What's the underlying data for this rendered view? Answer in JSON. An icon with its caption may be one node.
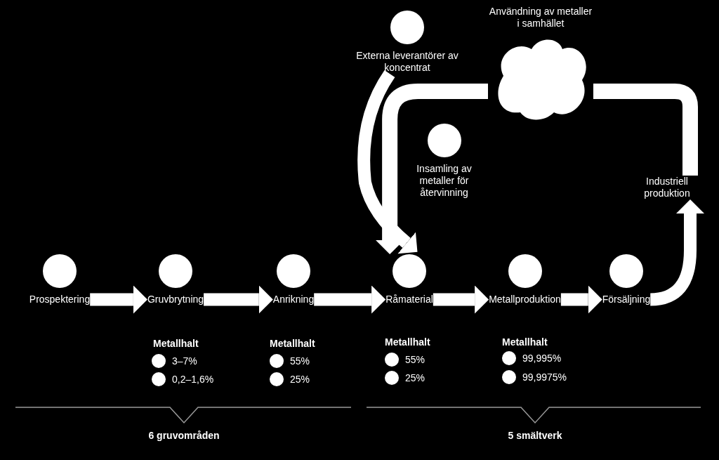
{
  "diagram": {
    "nodes": [
      {
        "text": [
          "Externa leverantörer av koncentrat"
        ]
      },
      {
        "text": [
          "Användning av metaller i samhället"
        ]
      },
      {
        "text": [
          "Insamling av metaller för återvinning"
        ]
      },
      {
        "text": [
          "Industriell produktion"
        ]
      },
      {
        "text": [
          "Prospektering"
        ]
      },
      {
        "text": [
          "Gruvbrytning"
        ]
      },
      {
        "text": [
          "Anrikning"
        ]
      },
      {
        "text": [
          "Råmaterial"
        ]
      },
      {
        "text": [
          "Metallproduktion"
        ]
      },
      {
        "text": [
          "Försäljning"
        ]
      }
    ],
    "edges": [
      {
        "from": 4,
        "to": 5,
        "arrow": "to"
      },
      {
        "from": 5,
        "to": 6,
        "arrow": "to"
      },
      {
        "from": 6,
        "to": 7,
        "arrow": "to"
      },
      {
        "from": 7,
        "to": 8,
        "arrow": "to"
      },
      {
        "from": 8,
        "to": 9,
        "arrow": "to"
      },
      {
        "from": 9,
        "to": 3,
        "arrow": "to"
      },
      {
        "from": 3,
        "to": 1,
        "arrow": "none"
      },
      {
        "from": 1,
        "to": 7,
        "arrow": "to"
      },
      {
        "from": 0,
        "to": 7,
        "arrow": "to"
      }
    ],
    "labels": [
      "Metallhalt",
      "3–7%",
      "0,2–1,6%",
      "Metallhalt",
      "55%",
      "25%",
      "Metallhalt",
      "55%",
      "25%",
      "Metallhalt",
      "99,995%",
      "99,9975%",
      "6 gruvområden",
      "5 smältverk"
    ]
  }
}
